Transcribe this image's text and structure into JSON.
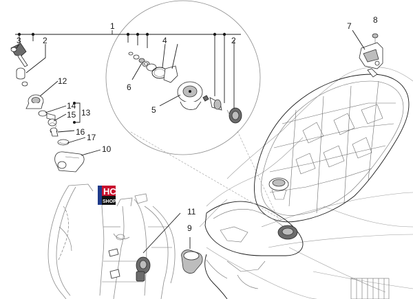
{
  "callouts": {
    "c1": "1",
    "c2a": "2",
    "c2b": "2",
    "c3": "3",
    "c4": "4",
    "c5": "5",
    "c6": "6",
    "c7": "7",
    "c8": "8",
    "c9": "9",
    "c10": "10",
    "c11": "11",
    "c12": "12",
    "c13": "13",
    "c14": "14",
    "c15": "15",
    "c16": "16",
    "c17": "17"
  },
  "logo": {
    "line1": "HC",
    "line2": "SHOP",
    "colors": {
      "blue": "#1e3a8a",
      "red": "#c8102e",
      "black": "#111111"
    }
  }
}
